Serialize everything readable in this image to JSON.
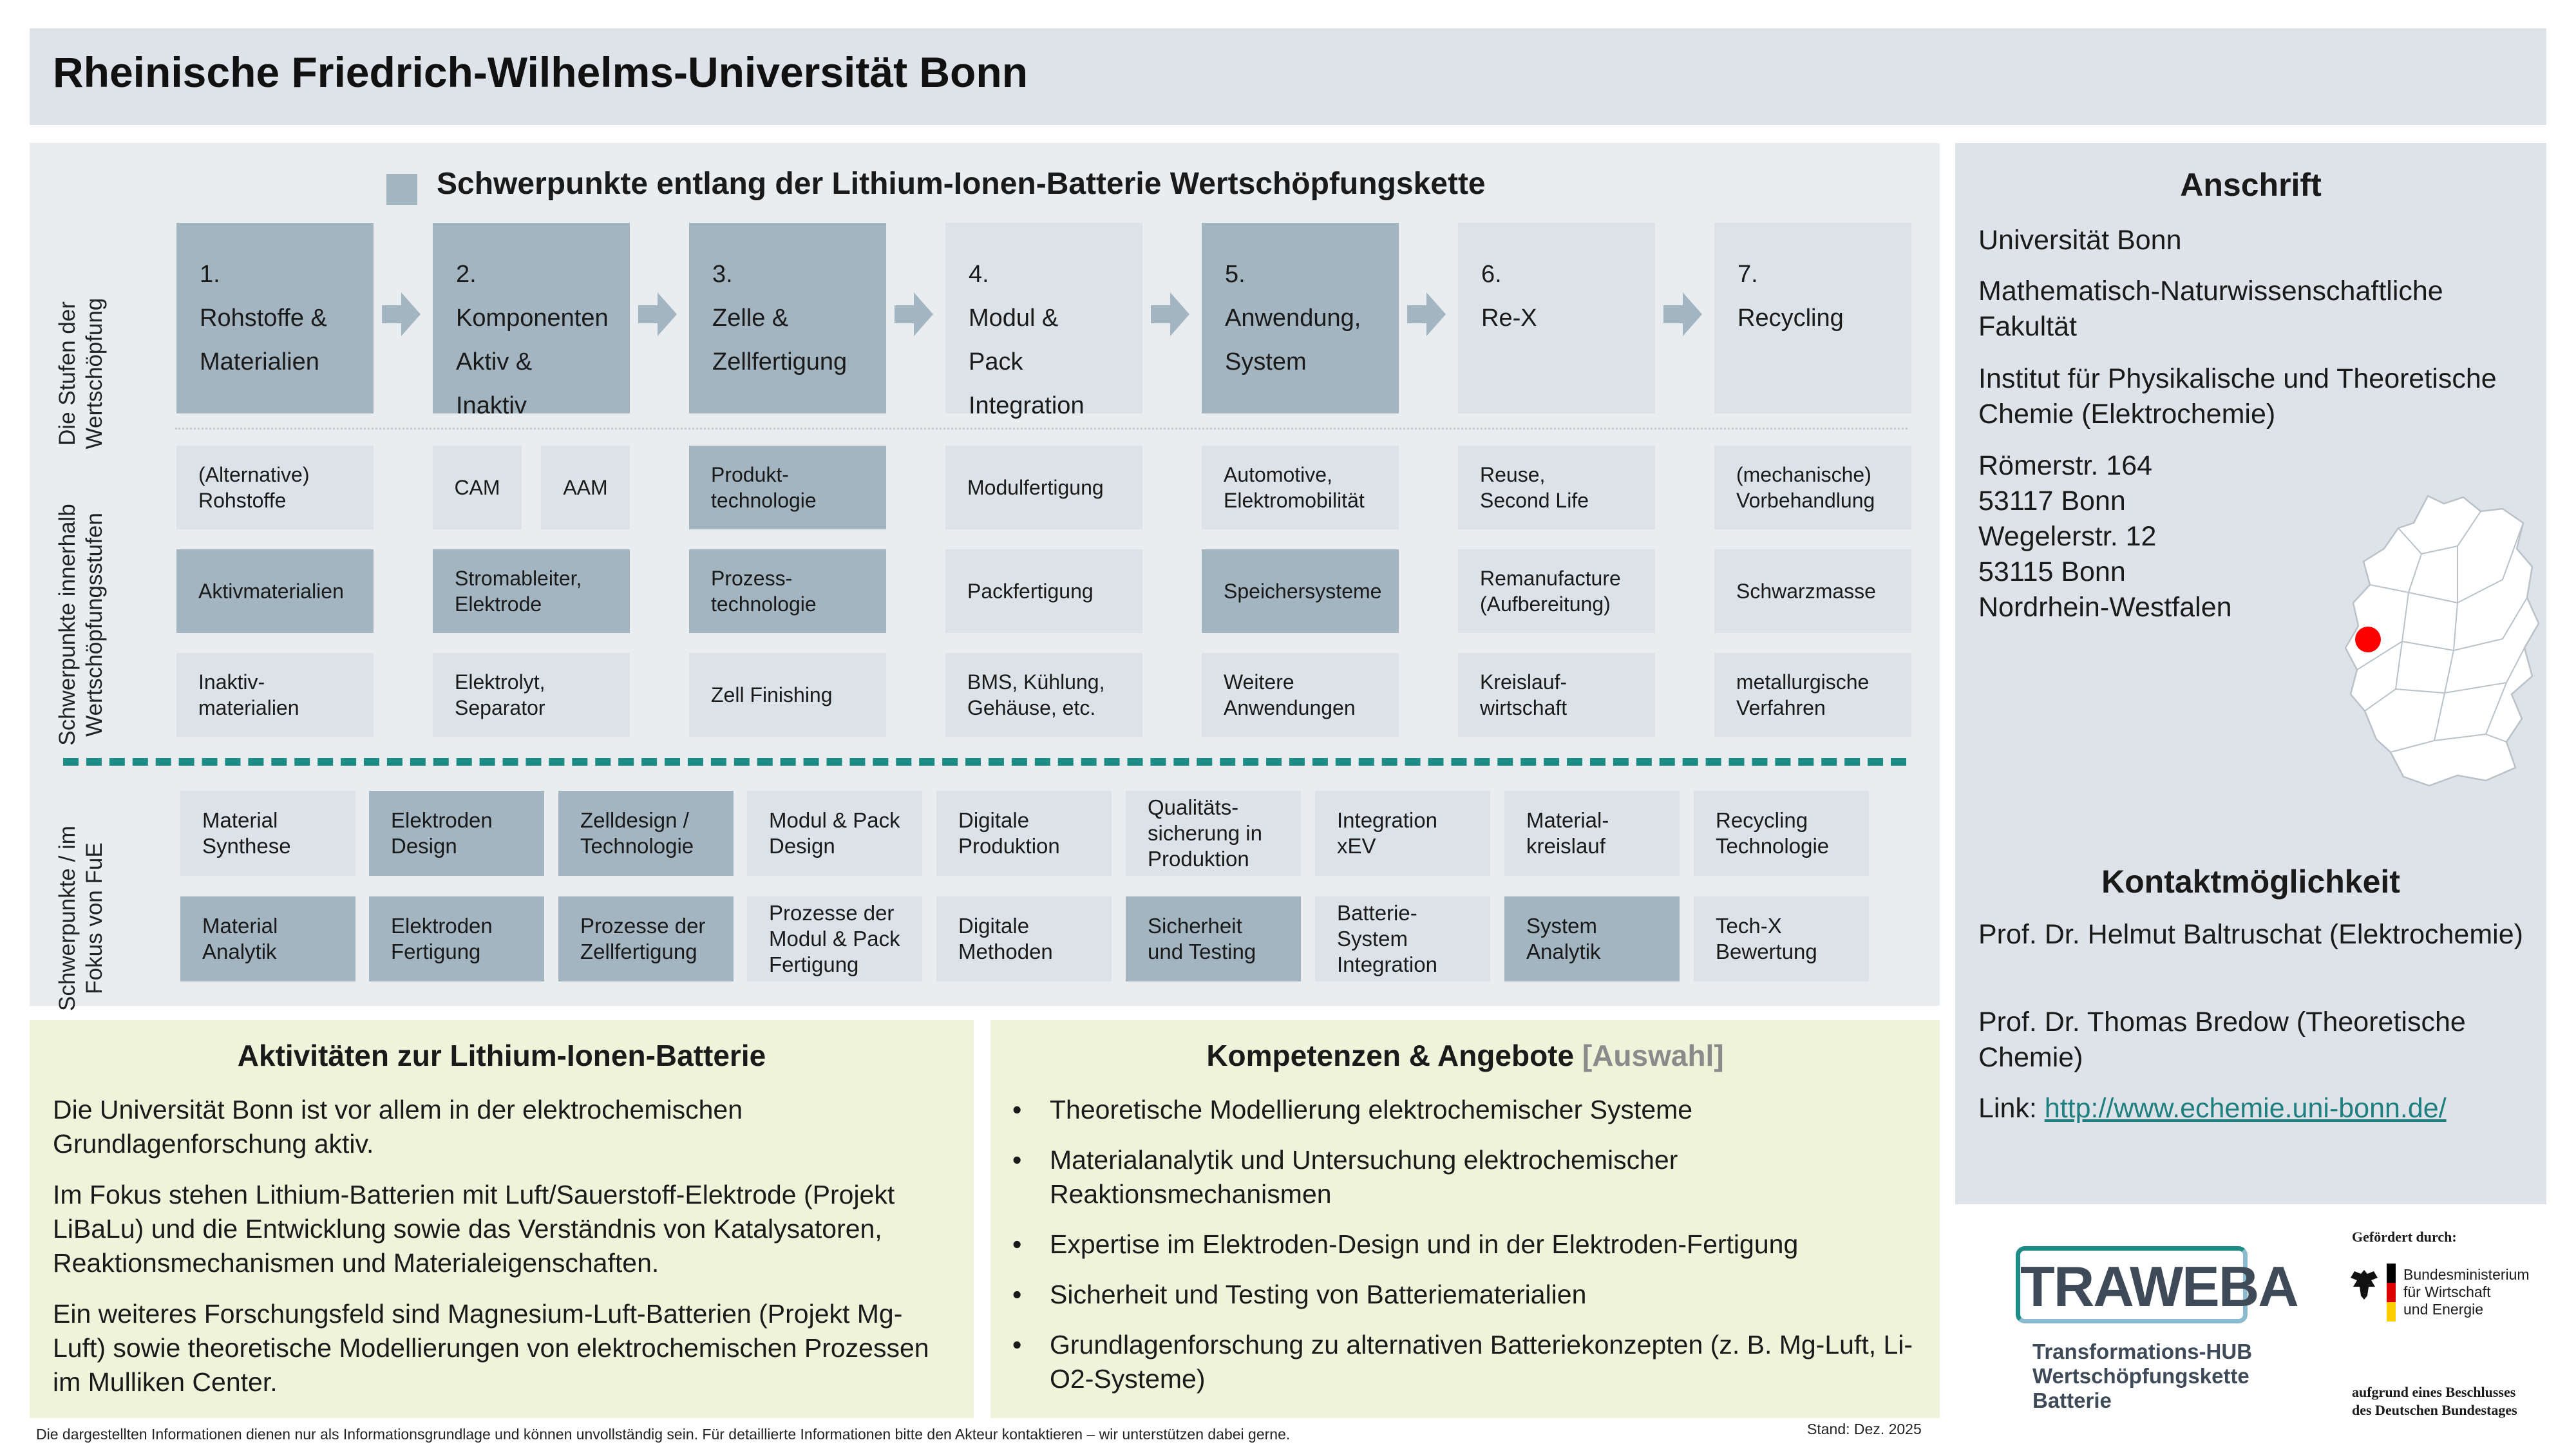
{
  "header": {
    "title": "Rheinische Friedrich-Wilhelms-Universität Bonn"
  },
  "main": {
    "title": "Schwerpunkte entlang der Lithium-Ionen-Batterie Wertschöpfungskette",
    "row_labels": [
      "Die Stufen der Wertschöpfung",
      "Schwerpunkte innerhalb Wertschöpfungsstufen",
      "Schwerpunkte / im Fokus von FuE"
    ],
    "stages": [
      {
        "num": "1.",
        "line1": "Rohstoffe &",
        "line2": "Materialien",
        "tone": "dark"
      },
      {
        "num": "2.",
        "line1": "Komponenten",
        "line2": "Aktiv & Inaktiv",
        "tone": "dark"
      },
      {
        "num": "3.",
        "line1": "Zelle &",
        "line2": "Zellfertigung",
        "tone": "dark"
      },
      {
        "num": "4.",
        "line1": "Modul & Pack",
        "line2": "Integration",
        "tone": "light"
      },
      {
        "num": "5.",
        "line1": "Anwendung,",
        "line2": "System",
        "tone": "dark"
      },
      {
        "num": "6.",
        "line1": "Re-X",
        "line2": "",
        "tone": "light"
      },
      {
        "num": "7.",
        "line1": "Recycling",
        "line2": "",
        "tone": "light"
      }
    ],
    "focus_rows": [
      [
        "(Alternative)\nRohstoffe",
        "CAM",
        "AAM",
        "Produkt-\ntechnologie",
        "Modulfertigung",
        "Automotive,\nElektromobilität",
        "Reuse,\nSecond Life",
        "(mechanische)\nVorbehandlung"
      ],
      [
        "Aktivmaterialien",
        "Stromableiter,\nElektrode",
        "Prozess-\ntechnologie",
        "Packfertigung",
        "Speichersysteme",
        "Remanufacture\n(Aufbereitung)",
        "Schwarzmasse"
      ],
      [
        "Inaktiv-\nmaterialien",
        "Elektrolyt,\nSeparator",
        "Zell Finishing",
        "BMS, Kühlung,\nGehäuse, etc.",
        "Weitere\nAnwendungen",
        "Kreislauf-\nwirtschaft",
        "metallurgische\nVerfahren"
      ]
    ],
    "rd_rows": [
      [
        "Material\nSynthese",
        "Elektroden\nDesign",
        "Zelldesign /\nTechnologie",
        "Modul & Pack\nDesign",
        "Digitale\nProduktion",
        "Qualitäts-\nsicherung in\nProduktion",
        "Integration\nxEV",
        "Material-\nkreislauf",
        "Recycling\nTechnologie"
      ],
      [
        "Material\nAnalytik",
        "Elektroden\nFertigung",
        "Prozesse der\nZellfertigung",
        "Prozesse der\nModul & Pack\nFertigung",
        "Digitale\nMethoden",
        "Sicherheit\nund Testing",
        "Batterie-\nSystem\nIntegration",
        "System\nAnalytik",
        "Tech-X\nBewertung"
      ]
    ]
  },
  "activities": {
    "title": "Aktivitäten zur Lithium-Ionen-Batterie",
    "paragraphs": [
      "Die Universität Bonn ist vor allem in der elektrochemischen Grundlagenforschung aktiv.",
      "Im Fokus stehen Lithium-Batterien mit Luft/Sauerstoff-Elektrode (Projekt LiBaLu) und die Entwicklung sowie das Verständnis von Katalysatoren, Reaktionsmechanismen und Materialeigenschaften.",
      "Ein weiteres Forschungsfeld sind Magnesium-Luft-Batterien (Projekt Mg-Luft) sowie theoretische Modellierungen von elektrochemischen Prozessen im Mulliken Center."
    ]
  },
  "competences": {
    "title": "Kompetenzen & Angebote",
    "title_suffix": "[Auswahl]",
    "items": [
      "Theoretische Modellierung elektrochemischer Systeme",
      "Materialanalytik und Untersuchung elektrochemischer Reaktionsmechanismen",
      "Expertise im Elektroden-Design und in der Elektroden-Fertigung",
      "Sicherheit und Testing von Batteriematerialien",
      "Grundlagenforschung zu alternativen Batteriekonzepten (z. B. Mg-Luft, Li-O2-Systeme)"
    ]
  },
  "address": {
    "title": "Anschrift",
    "org1": "Universität Bonn",
    "org2": "Mathematisch-Naturwissenschaftliche Fakultät",
    "org3": "Institut für Physikalische und Theoretische Chemie (Elektrochemie)",
    "street1": "Römerstr. 164",
    "city1": "53117 Bonn",
    "street2": "Wegelerstr. 12",
    "city2": "53115 Bonn",
    "state": "Nordrhein-Westfalen"
  },
  "contact": {
    "title": "Kontaktmöglichkeit",
    "person1": "Prof. Dr. Helmut Baltruschat (Elektrochemie)",
    "person2": "Prof. Dr. Thomas Bredow (Theoretische Chemie)",
    "link_label": "Link: ",
    "link_url": "http://www.echemie.uni-bonn.de/"
  },
  "logos": {
    "traweba": "TRAWEBA",
    "traweba_sub1": "Transformations-HUB",
    "traweba_sub2": "Wertschöpfungskette",
    "traweba_sub3": "Batterie",
    "funded_by": "Gefördert durch:",
    "ministry1": "Bundesministerium",
    "ministry2": "für Wirtschaft",
    "ministry3": "und Energie",
    "resolution1": "aufgrund eines Beschlusses",
    "resolution2": "des Deutschen Bundestages"
  },
  "footer": {
    "disclaimer": "Die dargestellten Informationen dienen nur als Informationsgrundlage und können unvollständig sein. Für detaillierte Informationen bitte den Akteur kontaktieren – wir unterstützen dabei gerne.",
    "status": "Stand: Dez. 2025"
  },
  "colors": {
    "dark_cell": "#a3b5c1",
    "light_cell": "#dce3e8",
    "panel": "#e9edf0",
    "text_box": "#eff3da",
    "dash": "#1e8c86",
    "map_marker": "#ff0000"
  }
}
